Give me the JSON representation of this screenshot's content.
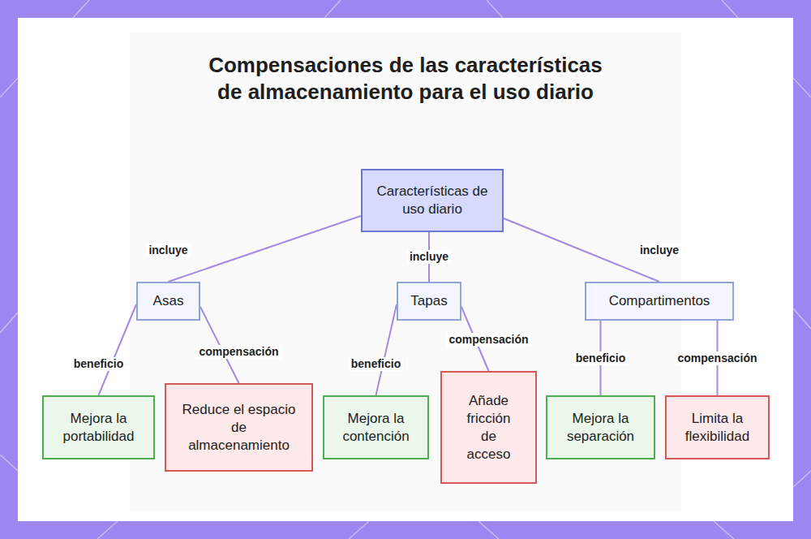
{
  "diagram": {
    "title": "Compensaciones de las características de almacenamiento para el uso diario",
    "nodes": [
      {
        "text": [
          "Características de uso diario"
        ]
      },
      {
        "text": [
          "Asas"
        ]
      },
      {
        "text": [
          "Tapas"
        ]
      },
      {
        "text": [
          "Compartimentos"
        ]
      },
      {
        "text": [
          "Mejora la portabilidad"
        ]
      },
      {
        "text": [
          "Reduce el espacio de almacenamiento"
        ]
      },
      {
        "text": [
          "Mejora la contención"
        ]
      },
      {
        "text": [
          "Añade fricción de acceso"
        ]
      },
      {
        "text": [
          "Mejora la separación"
        ]
      },
      {
        "text": [
          "Limita la flexibilidad"
        ]
      }
    ],
    "edges": [
      {
        "from": 0,
        "to": 1,
        "label": "incluye",
        "arrow": "none"
      },
      {
        "from": 0,
        "to": 2,
        "label": "incluye",
        "arrow": "none"
      },
      {
        "from": 0,
        "to": 3,
        "label": "incluye",
        "arrow": "none"
      },
      {
        "from": 1,
        "to": 4,
        "label": "beneficio",
        "arrow": "none"
      },
      {
        "from": 1,
        "to": 5,
        "label": "compensación",
        "arrow": "none"
      },
      {
        "from": 2,
        "to": 6,
        "label": "beneficio",
        "arrow": "none"
      },
      {
        "from": 2,
        "to": 7,
        "label": "compensación",
        "arrow": "none"
      },
      {
        "from": 3,
        "to": 8,
        "label": "beneficio",
        "arrow": "none"
      },
      {
        "from": 3,
        "to": 9,
        "label": "compensación",
        "arrow": "none"
      }
    ]
  }
}
